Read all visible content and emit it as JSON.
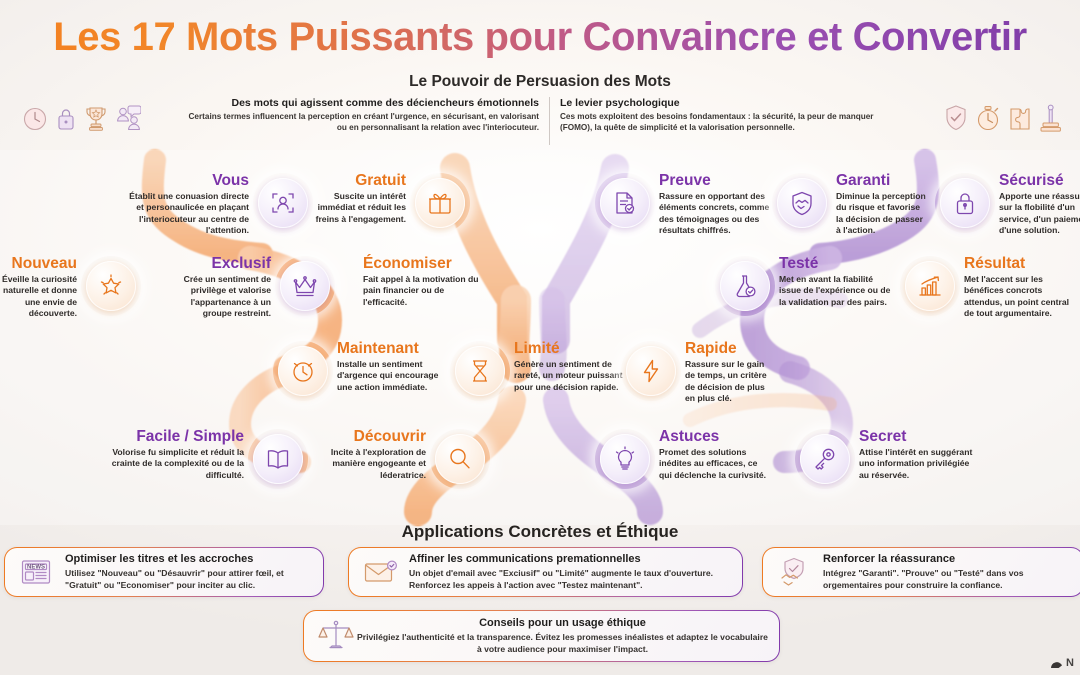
{
  "header": {
    "title": "Les 17 Mots Puissants pour Convaincre et Convertir",
    "subtitle": "Le Pouvoir de Persuasion des Mots",
    "left_col": {
      "heading": "Des mots qui agissent comme des déciencheurs émotionnels",
      "body": "Certains termes influencent la perception en créant l'urgence, en sécurisant, en valorisant ou en personnalisant la relation avec l'interiocuteur."
    },
    "right_col": {
      "heading": "Le levier psychologique",
      "body": "Ces mots exploitent des besoins fondamentaux : la sécurité, la peur de manquer (FOMO), la quête de simplicité et la valorisation personnelle."
    },
    "left_icons": [
      "clock-icon",
      "lock-icon",
      "trophy-icon",
      "people-chat-icon"
    ],
    "right_icons": [
      "shield-check-icon",
      "stopwatch-icon",
      "puzzle-icon",
      "podium-icon"
    ]
  },
  "words": [
    {
      "label": "Vous",
      "desc": "Établit une conuasion directe et personaulicée en plaçant l'interiocuteur au centre de l'attention.",
      "color": "purple",
      "icon": "user-focus-icon",
      "side": "left-text"
    },
    {
      "label": "Gratuit",
      "desc": "Suscite un intérêt immédiat et réduit les freins à l'engagement.",
      "color": "orange",
      "icon": "gift-icon",
      "side": "left-text"
    },
    {
      "label": "Preuve",
      "desc": "Rassure en opportant des éléments concrets, comme des témoignages ou des résultats chiffrés.",
      "color": "purple",
      "icon": "document-check-icon",
      "side": "right-text"
    },
    {
      "label": "Garanti",
      "desc": "Diminue la perception du risque et favorise la décision de passer à l'action.",
      "color": "purple",
      "icon": "shield-handshake-icon",
      "side": "right-text"
    },
    {
      "label": "Sécurisé",
      "desc": "Apporte une réassurance sur la flobilité d'un service, d'un paiement ou d'une solution.",
      "color": "purple",
      "icon": "padlock-icon",
      "side": "right-text"
    },
    {
      "label": "Nouveau",
      "desc": "Éveille la curiosité naturelle et donne une envie de découverte.",
      "color": "orange",
      "icon": "sparkle-star-icon",
      "side": "left-text"
    },
    {
      "label": "Exclusif",
      "desc": "Crée un sentiment de privilège et valorise l'appartenance à un groupe restreint.",
      "color": "purple",
      "icon": "crown-icon",
      "side": "left-text"
    },
    {
      "label": "Économiser",
      "desc": "Fait appel à la motivation du pain financier ou de l'efficacité.",
      "color": "orange",
      "icon": "piggy-bank-icon",
      "side": "right-text"
    },
    {
      "label": "Testé",
      "desc": "Met en avant la fiabilité issue de l'expérience ou de la validation par des pairs.",
      "color": "purple",
      "icon": "flask-check-icon",
      "side": "right-text"
    },
    {
      "label": "Résultat",
      "desc": "Met l'accent sur les bénéfices concrots attendus, un point central de tout argumentaire.",
      "color": "orange",
      "icon": "growth-chart-icon",
      "side": "right-text"
    },
    {
      "label": "Maintenant",
      "desc": "Installe un sentiment d'argence qui encourage une action immédiate.",
      "color": "orange",
      "icon": "alarm-clock-icon",
      "side": "right-text"
    },
    {
      "label": "Limité",
      "desc": "Génère un sentiment de rareté, un moteur puissant pour une décision rapide.",
      "color": "orange",
      "icon": "hourglass-icon",
      "side": "right-text"
    },
    {
      "label": "Rapide",
      "desc": "Rassure sur le gain de temps, un critère de décision de plus en plus clé.",
      "color": "orange",
      "icon": "lightning-bolt-icon",
      "side": "right-text"
    },
    {
      "label": "Facile / Simple",
      "desc": "Volorise fu simplicite et réduit la crainte de la complexité ou de la difficulté.",
      "color": "purple",
      "icon": "open-book-icon",
      "side": "left-text"
    },
    {
      "label": "Découvrir",
      "desc": "Incite à l'exploration de manière engogeante et léderatrice.",
      "color": "orange",
      "icon": "magnifier-icon",
      "side": "left-text"
    },
    {
      "label": "Astuces",
      "desc": "Promet des solutions inédites au efficaces, ce qui déclenche la curivsité.",
      "color": "purple",
      "icon": "lightbulb-icon",
      "side": "right-text"
    },
    {
      "label": "Secret",
      "desc": "Attise l'intérêt en suggérant uno information privilégiée au réservée.",
      "color": "purple",
      "icon": "key-icon",
      "side": "right-text"
    }
  ],
  "applications": {
    "section_title": "Applications Concrètes et Éthique",
    "items": [
      {
        "title": "Optimiser les titres et les accroches",
        "body": "Utilisez \"Nouveau\" ou \"Désauvrir\" pour attirer fœil, et \"Gratuit\" ou \"Economiser\" pour inciter au clic.",
        "icon": "newspaper-icon"
      },
      {
        "title": "Affiner les communications premationnelles",
        "body": "Un objet d'email avec \"Exciusif\" ou \"Limité\" augmente le taux d'ouverture. Renforcez les appeis à l'action avec \"Testez maintenant\".",
        "icon": "envelope-icon"
      },
      {
        "title": "Renforcer la réassurance",
        "body": "Intégrez \"Garanti\". \"Prouve\" ou \"Testé\" dans vos orgementaires pour construire la confiance.",
        "icon": "handshake-shield-icon"
      },
      {
        "title": "Conseils pour un usage éthique",
        "body": "Privilégiez l'authenticité et la transparence. Évitez les promesses inéalistes et adaptez le vocabulaire à votre audience pour maximiser l'impact.",
        "icon": "scales-icon"
      }
    ]
  },
  "watermark": {
    "text": "N"
  },
  "colors": {
    "orange": "#e8761d",
    "purple": "#7b33a8",
    "heading_dark": "#201e1d",
    "background": "#faf7f4"
  }
}
